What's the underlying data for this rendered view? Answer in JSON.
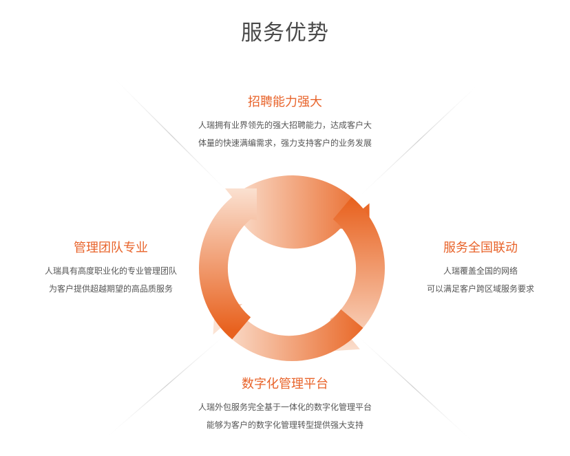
{
  "page": {
    "title": "服务优势"
  },
  "advantages": {
    "top": {
      "title": "招聘能力强大",
      "line1": "人瑞拥有业界领先的强大招聘能力，达成客户大",
      "line2": "体量的快速满编需求，强力支持客户的业务发展"
    },
    "left": {
      "title": "管理团队专业",
      "line1": "人瑞具有高度职业化的专业管理团队",
      "line2": "为客户提供超越期望的高品质服务"
    },
    "right": {
      "title": "服务全国联动",
      "line1": "人瑞覆盖全国的网络",
      "line2": "可以满足客户跨区域服务要求"
    },
    "bottom": {
      "title": "数字化管理平台",
      "line1": "人瑞外包服务完全基于一体化的数字化管理平台",
      "line2": "能够为客户的数字化管理转型提供强大支持"
    }
  },
  "colors": {
    "accent": "#e8632a",
    "arrow_dark": "#e8621f",
    "arrow_light": "#fbe3d4",
    "line": "#d9d9d9"
  }
}
